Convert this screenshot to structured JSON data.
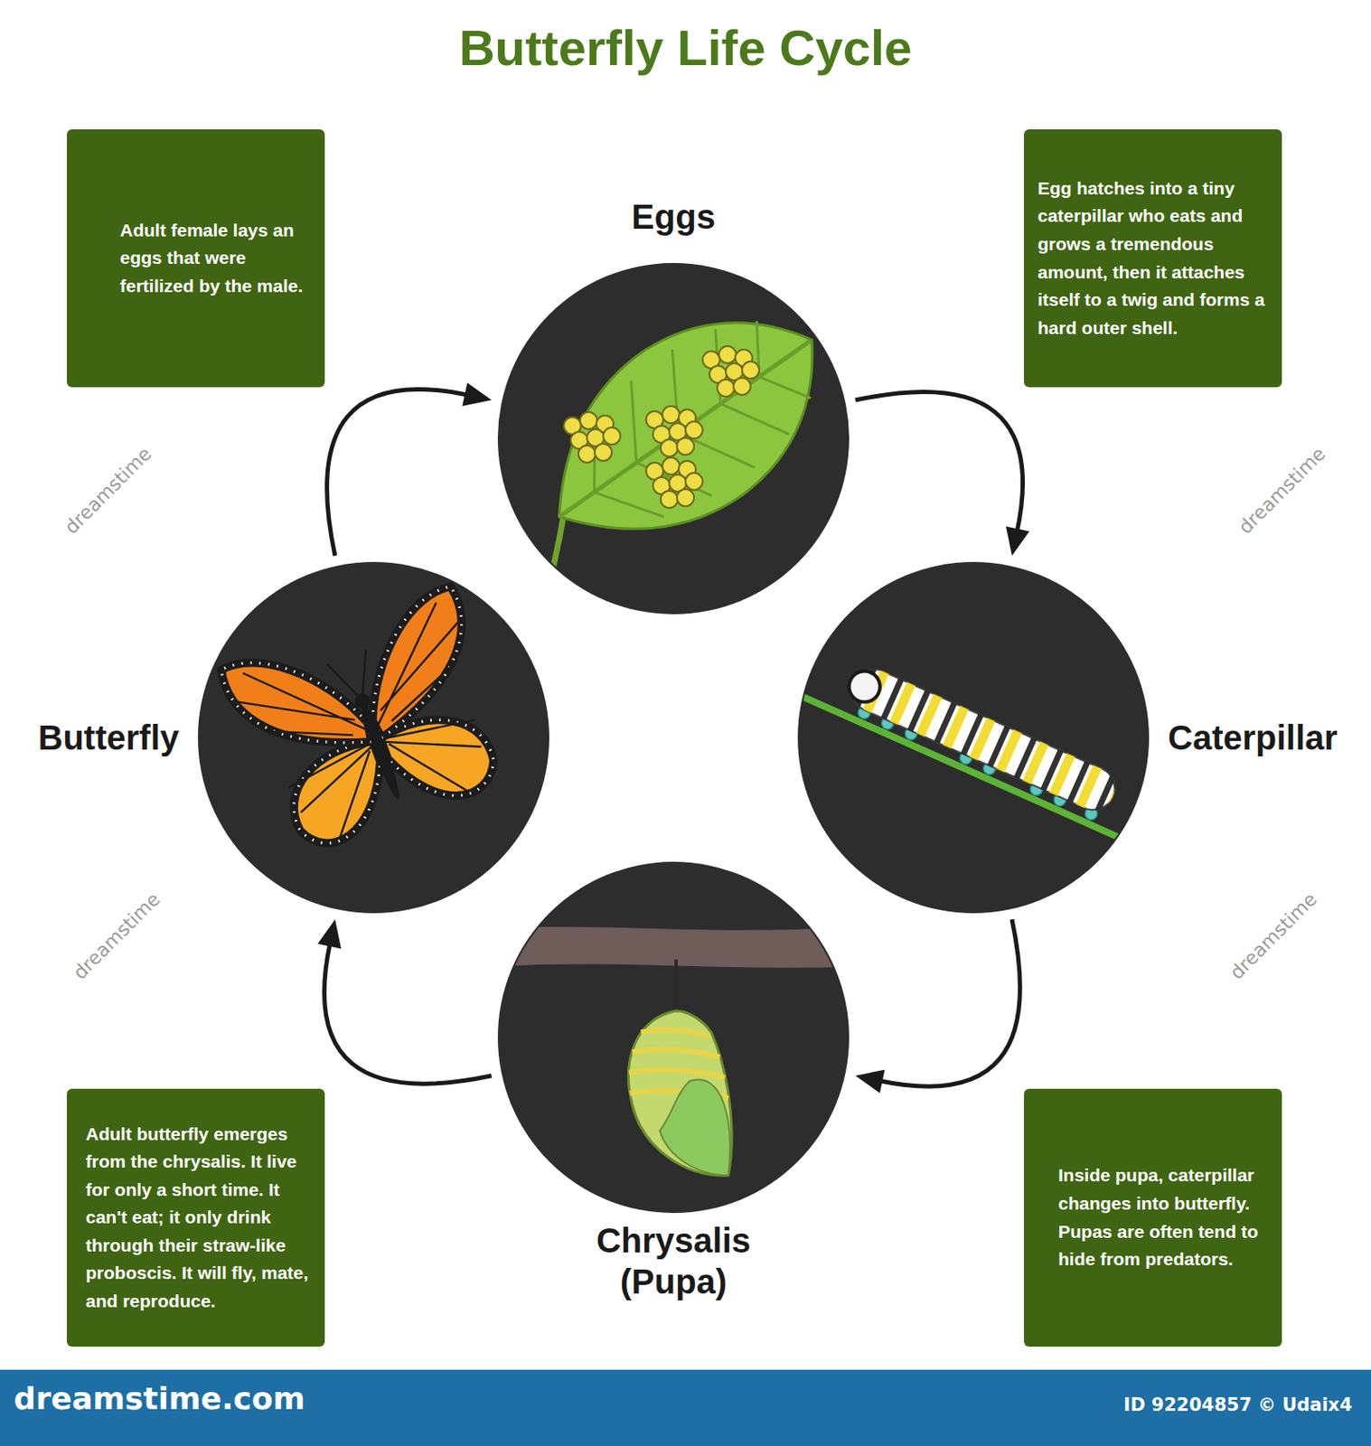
{
  "diagram": {
    "title": "Butterfly Life Cycle",
    "nodes": [
      {
        "text": [
          "Adult female lays an eggs that were fertilized by the male."
        ]
      },
      {
        "text": [
          "Eggs"
        ]
      },
      {
        "text": [
          "Egg hatches into a tiny caterpillar who eats and grows a tremendous amount, then it attaches itself to a twig and forms a hard outer shell."
        ]
      },
      {
        "text": [
          "Butterfly"
        ]
      },
      {
        "text": [
          "Caterpillar"
        ]
      },
      {
        "text": [
          "Adult butterfly emerges from the chrysalis. It live for only a short time. It can't eat; it only drink through their straw-like proboscis. It will fly, mate, and reproduce."
        ]
      },
      {
        "text": [
          "Chrysalis (Pupa)"
        ]
      },
      {
        "text": [
          "Inside pupa, caterpillar changes into butterfly. Pupas are often tend to hide from predators."
        ]
      }
    ],
    "edges": [
      {
        "from": 1,
        "to": 4,
        "arrow": "to"
      },
      {
        "from": 4,
        "to": 6,
        "arrow": "to"
      },
      {
        "from": 6,
        "to": 3,
        "arrow": "to"
      },
      {
        "from": 3,
        "to": 1,
        "arrow": "to"
      }
    ],
    "labels": [
      "dreamstime.com",
      "ID 92204857 © Udaix4",
      "dreamstime",
      "dreamstime",
      "dreamstime",
      "dreamstime"
    ]
  }
}
